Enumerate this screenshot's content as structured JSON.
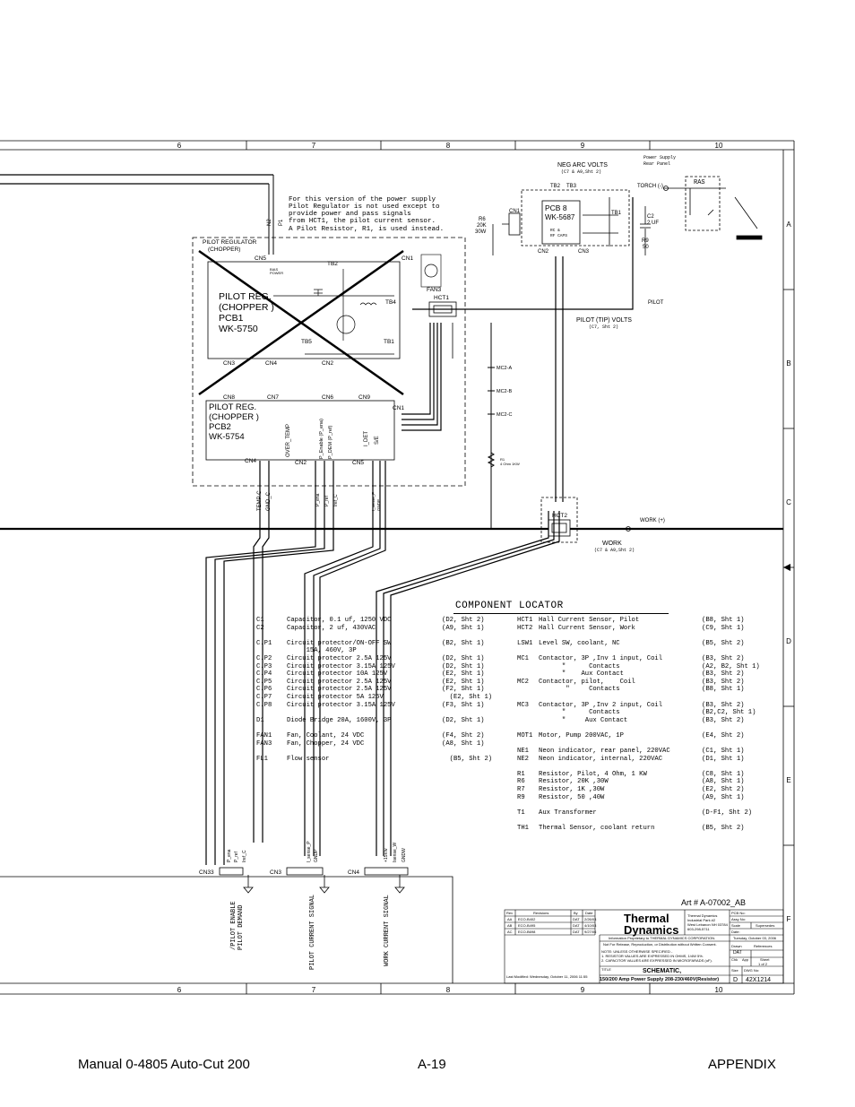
{
  "grid": {
    "columns": [
      "6",
      "7",
      "8",
      "9",
      "10"
    ],
    "rows": [
      "A",
      "B",
      "C",
      "D",
      "E",
      "F"
    ]
  },
  "note": [
    "For this version of the power supply",
    " Pilot Regulator is not used except to",
    "provide power and pass signals",
    "from HCT1, the pilot current sensor.",
    "A Pilot Resistor, R1, is used instead."
  ],
  "labels": {
    "pilot_regulator": [
      "PILOT REGULATOR",
      "(CHOPPER)"
    ],
    "pcb1": [
      "PILOT REG.",
      "(CHOPPER )",
      "PCB1",
      "WK-5750"
    ],
    "pcb2": [
      "PILOT REG.",
      "(CHOPPER )",
      "PCB2",
      "WK-5754"
    ],
    "pcb8": [
      "PCB 8",
      "WK-5687"
    ],
    "rc_caps": [
      "RC  &",
      "RF CAPS"
    ],
    "neg_arc": "NEG ARC VOLTS",
    "neg_arc_ref": "(C7 & A9,Sht 2)",
    "power_supply_panel": [
      "Power Supply",
      "Rear Panel"
    ],
    "torch": "TORCH (-)",
    "ras": "RAS",
    "pilot": "PILOT",
    "pilot_tip": "PILOT (TIP) VOLTS",
    "pilot_tip_ref": "(C7, Sht 2)",
    "work": "WORK (+)",
    "work_label": "WORK",
    "work_ref": "(C7 & A9,Sht 2)",
    "hct1": "HCT1",
    "hct2": "HCT2",
    "fan3": "FAN3",
    "tb2": "TB2",
    "tb3": "TB3",
    "tb4": "TB4",
    "tb5": "TB5",
    "tb1": "TB1",
    "cn1": "CN1",
    "cn2": "CN2",
    "cn3": "CN3",
    "cn4": "CN4",
    "cn5": "CN5",
    "cn6": "CN6",
    "cn7": "CN7",
    "cn8": "CN8",
    "cn9": "CN9",
    "cn33": "CN33",
    "mc2a": "MC2-A",
    "mc2b": "MC2-B",
    "mc2c": "MC2-C",
    "r6": [
      "R6",
      "20K",
      "30W"
    ],
    "r9": [
      "R9",
      "50"
    ],
    "c2": [
      "C2",
      "2 UF"
    ],
    "r1": [
      "R1",
      "4 Ohm  1KW"
    ],
    "bias_power": [
      "BIAS",
      "POWER"
    ],
    "n2": "N2",
    "p1": "P1",
    "over_temp": "OVER_TEMP",
    "p_ena": "P_Enable (P_ena)",
    "p_dem": "P_DEM (P_ref)",
    "i_det": "I_DET",
    "s_e": "S/E",
    "temp_c": "TEMP C",
    "gnd_c": "GND_C",
    "p_ena_short": "P_ena",
    "p_ref": "P_ref",
    "iref_c": "Iref_C",
    "isense": "I_sense_P",
    "gndp": "GNDP",
    "w15": "+15Vw",
    "isense_w": "Isense_W",
    "gndw": "GNDW",
    "pilot_enable": "/PILOT ENABLE",
    "pilot_demand": "PILOT DEMAND",
    "pilot_current_signal": "PILOT CURRENT SIGNAL",
    "work_current_signal": "WORK CURRENT SIGNAL",
    "art": "Art # A-07002_AB"
  },
  "locator": {
    "title": "COMPONENT LOCATOR",
    "left": [
      [
        "C1",
        "Capacitor, 0.1 uf, 1250 VDC",
        "(D2, Sht 2)"
      ],
      [
        "C2",
        "Capacitor, 2 uf, 430VAC",
        "(A9, Sht 1)"
      ],
      [
        "",
        "",
        ""
      ],
      [
        "C.P1",
        "Circuit protector/ON-OFF SW",
        "(B2, Sht 1)"
      ],
      [
        "",
        "     15A, 460V, 3P",
        ""
      ],
      [
        "C.P2",
        "Circuit protector 2.5A 125V",
        "(D2, Sht 1)"
      ],
      [
        "C.P3",
        "Circuit protector 3.15A 125V",
        "(D2, Sht 1)"
      ],
      [
        "C.P4",
        "Circuit protector 10A 125V",
        "(E2, Sht 1)"
      ],
      [
        "C.P5",
        "Circuit protector 2.5A 125V",
        "(E2, Sht 1)"
      ],
      [
        "C.P6",
        "Circuit protector 2.5A 125V",
        "(F2, Sht 1)"
      ],
      [
        "C.P7",
        "Circuit protector 5A 125V",
        "  (E2, Sht 1)"
      ],
      [
        "C.P8",
        "Circuit protector 3.15A 125V",
        "(F3, Sht 1)"
      ],
      [
        "",
        "",
        ""
      ],
      [
        "D1",
        "Diode Bridge 20A, 1600V, 3P",
        "(D2, Sht 1)"
      ],
      [
        "",
        "",
        ""
      ],
      [
        "FAN1",
        "Fan, Coolant, 24 VDC",
        "(F4, Sht 2)"
      ],
      [
        "FAN3",
        "Fan, Chopper, 24 VDC",
        "(A8, Sht 1)"
      ],
      [
        "",
        "",
        ""
      ],
      [
        "FL1",
        "Flow sensor",
        "  (B5, Sht 2)"
      ]
    ],
    "right": [
      [
        "HCT1",
        "Hall Current Sensor, Pilot",
        "(B8, Sht 1)"
      ],
      [
        "HCT2",
        "Hall Current Sensor, Work",
        "(C9, Sht 1)"
      ],
      [
        "",
        "",
        ""
      ],
      [
        "LSW1",
        "Level SW, coolant, NC",
        "(B5, Sht 2)"
      ],
      [
        "",
        "",
        ""
      ],
      [
        "MC1",
        "Contactor, 3P ,Inv 1 input, Coil",
        "(B3, Sht 2)"
      ],
      [
        "",
        "      \"      Contacts",
        "(A2, B2, Sht 1)"
      ],
      [
        "",
        "      \"    Aux Contact",
        "(B3, Sht 2)"
      ],
      [
        "MC2",
        "Contactor, pilot,    Coil",
        "(B3, Sht 2)"
      ],
      [
        "",
        "       \"     Contacts",
        "(B8, Sht 1)"
      ],
      [
        "",
        "",
        ""
      ],
      [
        "MC3",
        "Contactor, 3P ,Inv 2 input, Coil",
        "(B3, Sht 2)"
      ],
      [
        "",
        "      \"      Contacts",
        "(B2,C2, Sht 1)"
      ],
      [
        "",
        "      \"     Aux Contact",
        "(B3, Sht 2)"
      ],
      [
        "",
        "",
        ""
      ],
      [
        "MOT1",
        "Motor, Pump 200VAC, 1P",
        "(E4, Sht 2)"
      ],
      [
        "",
        "",
        ""
      ],
      [
        "NE1",
        "Neon indicator, rear panel, 220VAC",
        "(C1, Sht 1)"
      ],
      [
        "NE2",
        "Neon indicator, internal, 220VAC",
        "(D1, Sht 1)"
      ],
      [
        "",
        "",
        ""
      ],
      [
        "R1",
        "Resistor, Pilot, 4 Ohm, 1 KW",
        "(C8, Sht 1)"
      ],
      [
        "R6",
        "Resistor, 20K ,30W",
        "(A8, Sht 1)"
      ],
      [
        "R7",
        "Resistor, 1K ,30W",
        "(E2, Sht 2)"
      ],
      [
        "R9",
        "Resistor, 50 ,40W",
        "(A9, Sht 1)"
      ],
      [
        "",
        "",
        ""
      ],
      [
        "T1",
        "Aux Transformer",
        "(D-F1, Sht 2)"
      ],
      [
        "",
        "",
        ""
      ],
      [
        "TH1",
        "Thermal Sensor, coolant return",
        "(B5, Sht 2)"
      ]
    ]
  },
  "title_block": {
    "rev_headers": [
      "Rev",
      "Revisions",
      "By",
      "Date"
    ],
    "revisions": [
      [
        "AA",
        "ECO-B402",
        "DAT",
        "2/26/03"
      ],
      [
        "AB",
        "ECO-B495",
        "DAT",
        "4/10/03"
      ],
      [
        "AC",
        "ECO-B698",
        "DAT",
        "9/27/06"
      ]
    ],
    "logo": [
      "Thermal",
      "Dynamics"
    ],
    "address": [
      "Thermal Dynamics",
      "Industrial Park #2",
      "West Lebanon NH 03784",
      "603-298-5711"
    ],
    "pcb_no": "PCB No:",
    "assy_no": "Assy No:",
    "scale": "Scale",
    "supersedes": "Supersedes",
    "date_label": "Date:",
    "date_value": "Tuesday, October 03, 2006",
    "drawn": "Drawn",
    "drawn_by": "DAT",
    "references": "References",
    "chk": "Chk",
    "app": "App",
    "sheet_label": "Sheet",
    "sheet_value": "1  of  2",
    "proprietary": [
      "Information Proprietary to THERMAL DYNAMICS CORPORATION.",
      "Not For Release, Reproduction, or Distribution without Written Consent."
    ],
    "notes": [
      "NOTE: UNLESS OTHERWISE SPECIFIED -",
      "1. RESISTOR VALUES ARE EXPRESSED IN OHMS, 1/4W 5%.",
      "2. CAPACITOR VALUES ARE EXPRESSED IN MICROFARADS (uF)."
    ],
    "title_label": "TITLE",
    "title": "SCHEMATIC,",
    "subtitle": "150/200 Amp Power Supply 208-230/460V(Resistor)",
    "size_label": "Size",
    "size": "D",
    "dwg_label": "DWG No:",
    "dwg": "42X1214",
    "last_modified": "Last Modified:  Wednesday, October 11, 2006 11:55"
  },
  "footer": {
    "manual": "Manual   0-4805 Auto-Cut 200",
    "page": "A-19",
    "section": "APPENDIX"
  }
}
